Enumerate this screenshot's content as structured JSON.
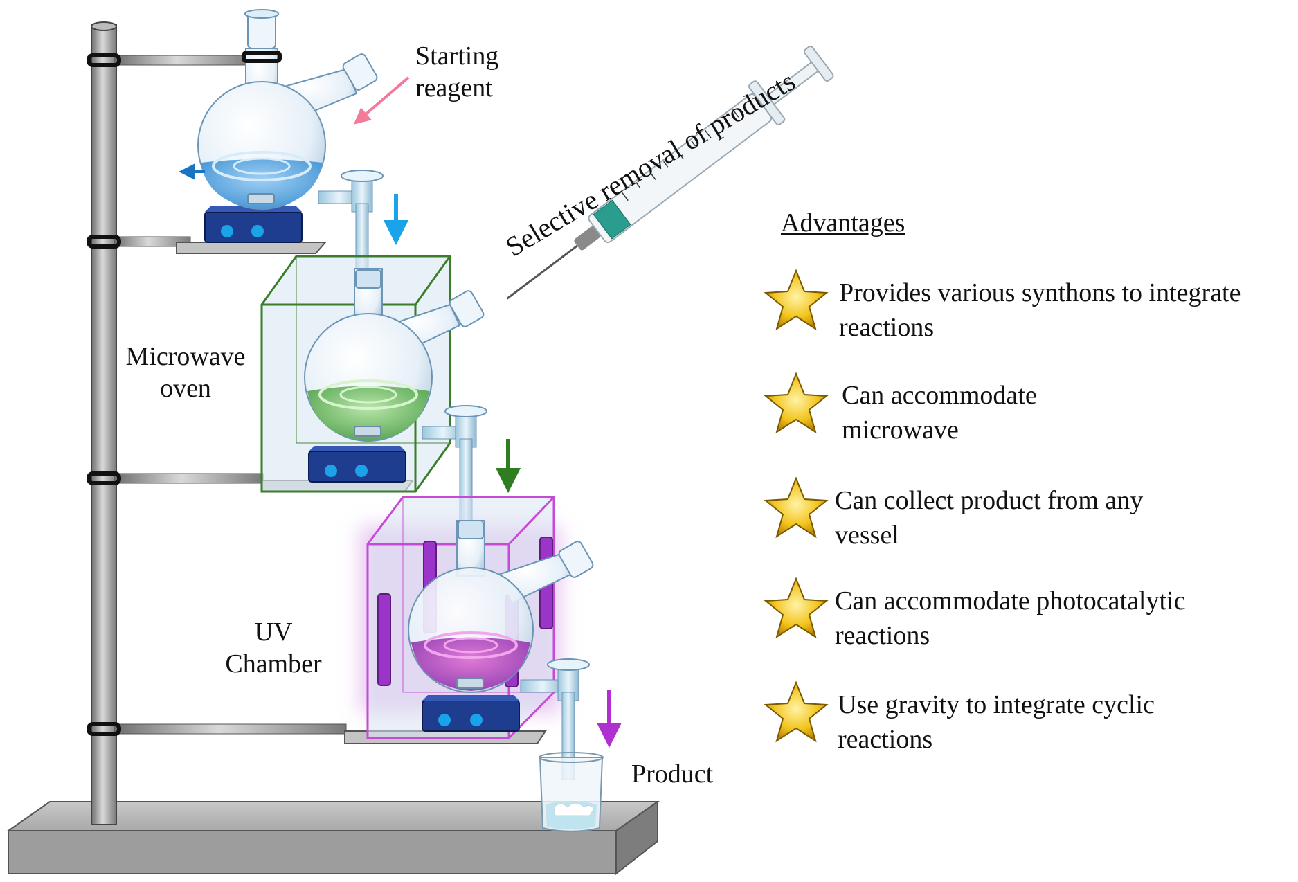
{
  "labels": {
    "starting_reagent_line1": "Starting",
    "starting_reagent_line2": "reagent",
    "selective_removal": "Selective removal of products",
    "microwave_line1": "Microwave",
    "microwave_line2": "oven",
    "uv_line1": "UV",
    "uv_line2": "Chamber",
    "product": "Product"
  },
  "advantages": {
    "title": "Advantages",
    "items": [
      {
        "line1": "Provides various synthons to integrate",
        "line2": "reactions"
      },
      {
        "line1": "Can accommodate",
        "line2": "microwave"
      },
      {
        "line1": "Can collect product from any",
        "line2": "vessel"
      },
      {
        "line1": "Can accommodate photocatalytic",
        "line2": "reactions"
      },
      {
        "line1": "Use gravity to integrate  cyclic",
        "line2": "reactions"
      }
    ]
  },
  "colors": {
    "flask_top_liquid": "#3b8fd1",
    "flask_mid_liquid": "#5fb85a",
    "flask_bottom_liquid": "#a34fc4",
    "microwave_box": "#3a7d2a",
    "uv_box": "#c64ad6",
    "arrow_blue": "#1aa3e8",
    "arrow_green": "#2e7d1f",
    "arrow_purple": "#b02fd0",
    "arrow_pink": "#f27a9a",
    "star": "#f2c41c",
    "stirrer": "#1e3d8f",
    "stand": "#9a9a9a"
  },
  "icons": [
    "round-bottom-flask-icon",
    "stirrer-hotplate-icon",
    "syringe-icon",
    "star-icon",
    "beaker-icon",
    "arrow-down-icon"
  ]
}
